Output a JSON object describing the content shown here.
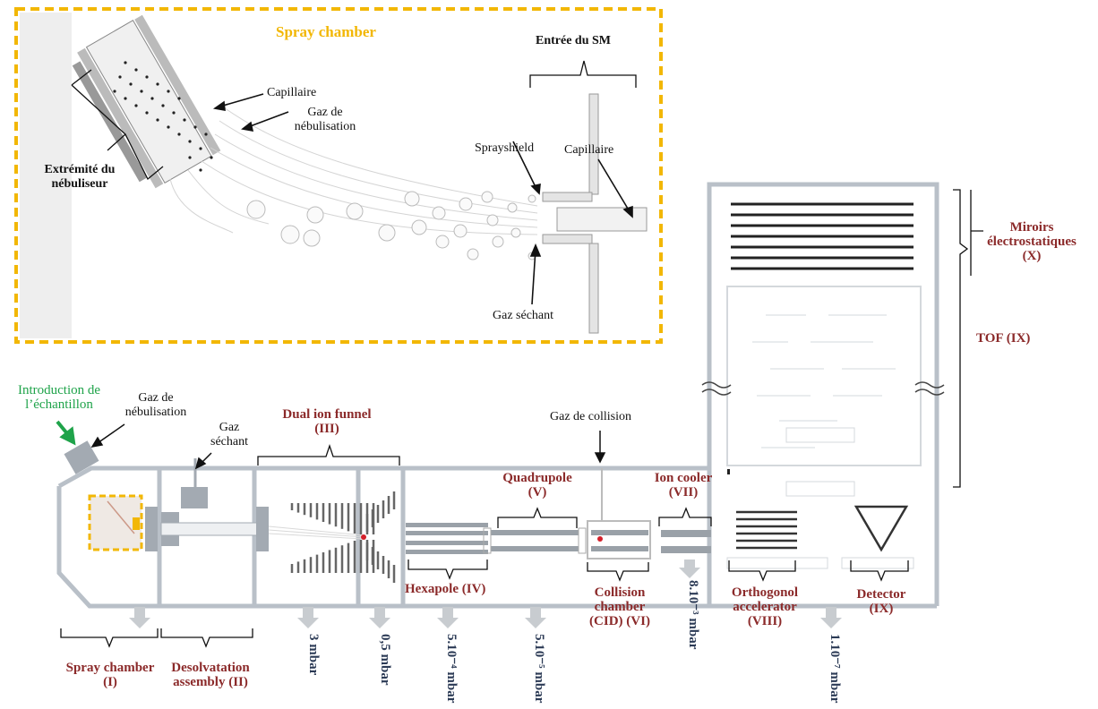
{
  "colors": {
    "accent_red": "#8b2a2a",
    "gold": "#f2b705",
    "wall": "#b9c0c8",
    "pressure_navy": "#2b3a55",
    "green": "#1fa34a"
  },
  "top": {
    "title": "Spray chamber",
    "entree_sm": "Entrée du SM",
    "capillaire_left": "Capillaire",
    "gaz_nebul_line1": "Gaz de",
    "gaz_nebul_line2": "nébulisation",
    "extremite_line1": "Extrémité du",
    "extremite_line2": "nébuliseur",
    "sprayshield": "Sprayshield",
    "capillaire_right": "Capillaire",
    "gaz_sechant": "Gaz séchant"
  },
  "right": {
    "miroirs_line1": "Miroirs",
    "miroirs_line2": "électrostatiques",
    "miroirs_line3": "(X)",
    "tof": "TOF (IX)"
  },
  "bottom": {
    "intro_line1": "Introduction de",
    "intro_line2": "l’échantillon",
    "gaz_nebul_line1": "Gaz de",
    "gaz_nebul_line2": "nébulisation",
    "gaz_sech_line1": "Gaz",
    "gaz_sech_line2": "séchant",
    "funnel_line1": "Dual ion funnel",
    "funnel_line2": "(III)",
    "gaz_collision": "Gaz de collision",
    "quad_line1": "Quadrupole",
    "quad_line2": "(V)",
    "cooler_line1": "Ion cooler",
    "cooler_line2": "(VII)",
    "hexapole": "Hexapole (IV)",
    "coll_line1": "Collision",
    "coll_line2": "chamber",
    "coll_line3": "(CID) (VI)",
    "ortho_line1": "Orthogonol",
    "ortho_line2": "accelerator",
    "ortho_line3": "(VIII)",
    "detector_line1": "Detector",
    "detector_line2": "(IX)",
    "spray_line1": "Spray chamber",
    "spray_line2": "(I)",
    "desolv_line1": "Desolvatation",
    "desolv_line2": "assembly (II)"
  },
  "pressures": {
    "p1": "3 mbar",
    "p2": "0,5 mbar",
    "p3": "5.10⁻⁴ mbar",
    "p4": "5.10⁻⁵ mbar",
    "p5": "8.10⁻³ mbar",
    "p6": "1.10⁻⁷ mbar"
  }
}
